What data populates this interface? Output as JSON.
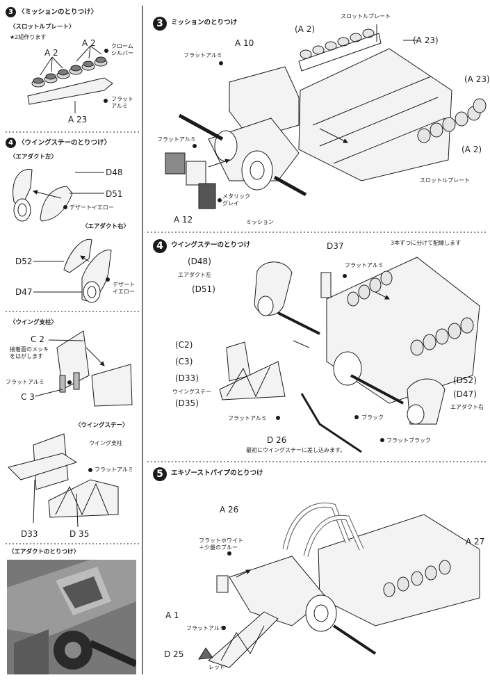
{
  "left": {
    "s3": {
      "num": "3",
      "title": "〈ミッションのとりつけ〉",
      "sub": "〈スロットルプレート〉",
      "note": "★2組作ります",
      "a2a": "A 2",
      "a2b": "A 2",
      "a23": "A 23",
      "chrome": "クローム\nシルバー",
      "flatal": "フラット\nアルミ"
    },
    "s4": {
      "num": "4",
      "title": "〈ウイングステーのとりつけ〉",
      "ductL": "〈エアダクト左〉",
      "d48": "D48",
      "d51": "D51",
      "desertA": "デザートイエロー",
      "ductR": "〈エアダクト右〉",
      "d52": "D52",
      "d47": "D47",
      "desertB": "デザート\nイエロー",
      "pillar": "〈ウイング支柱〉",
      "c2": "C 2",
      "c2note": "接着面のメッキ\nをはがします",
      "flatal": "フラットアルミ",
      "c3": "C 3",
      "stay": "〈ウイングステー〉",
      "pillar2": "ウイング支柱",
      "flatal2": "フラットアルミ",
      "d33": "D33",
      "d35": "D 35",
      "ductfit": "〈エアダクトのとりつけ〉"
    }
  },
  "right": {
    "s3": {
      "num": "3",
      "title": "ミッションのとりつけ",
      "throttle": "スロットルプレート",
      "a2a": "(A 2)",
      "a23a": "(A 23)",
      "a10": "A 10",
      "flatal": "フラットアルミ",
      "a23b": "(A 23)",
      "flatal2": "フラットアルミ",
      "a2b": "(A 2)",
      "a12": "A 12",
      "metallic": "メタリック\nグレイ",
      "mission": "ミッション",
      "throttle2": "スロットルプレート"
    },
    "s4": {
      "num": "4",
      "title": "ウイングステーのとりつけ",
      "d37": "D37",
      "wiring": "3本ずつに分けて配線します",
      "flatal": "フラットアルミ",
      "d48": "(D48)",
      "ductL": "エアダクト左",
      "d51": "(D51)",
      "c2": "(C2)",
      "c3": "(C3)",
      "d33": "(D33)",
      "stay": "ウイングステー",
      "d35": "(D35)",
      "d52": "(D52)",
      "d47": "(D47)",
      "ductR": "エアダクト右",
      "flatal2": "フラットアルミ",
      "black": "ブラック",
      "d26": "D 26",
      "flatblack": "フラットブラック",
      "insert": "最初にウイングステーに差し込みます。"
    },
    "s5": {
      "num": "5",
      "title": "エキゾーストパイプのとりつけ",
      "a26": "A 26",
      "a27": "A 27",
      "white": "フラットホワイト\n＋少量のブルー",
      "a1": "A 1",
      "flatal": "フラットアルミ",
      "d25": "D 25",
      "red": "レッド"
    }
  }
}
